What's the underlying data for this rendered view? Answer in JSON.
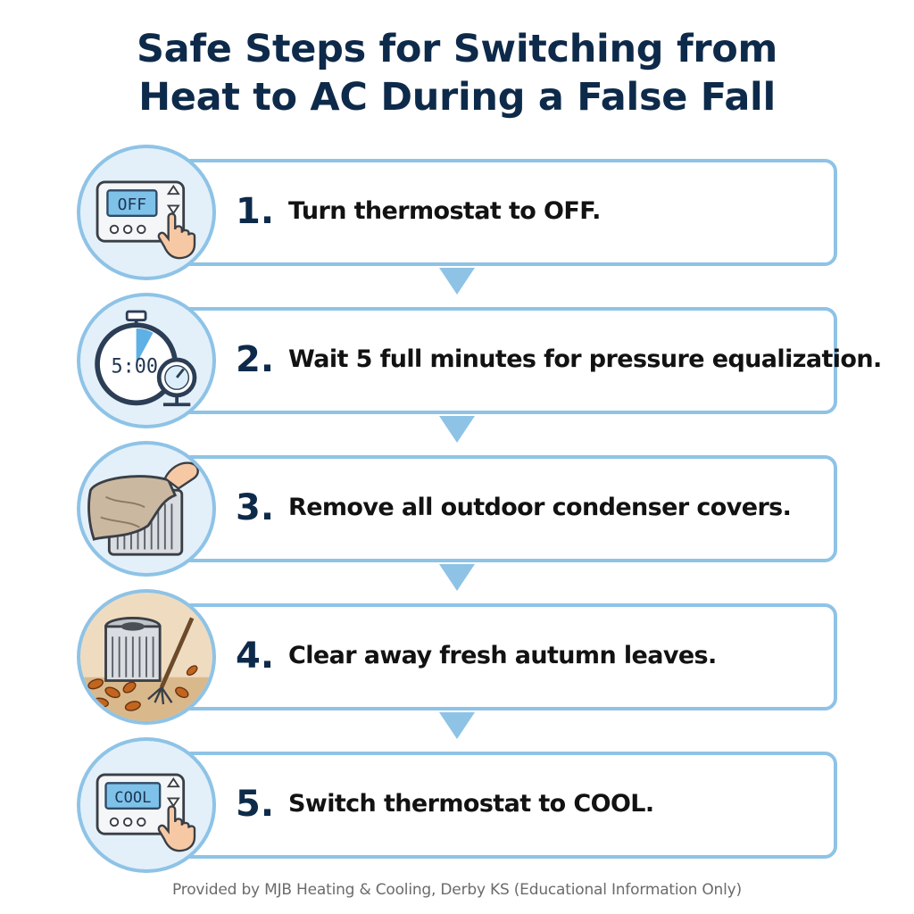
{
  "title": {
    "line1": "Safe Steps for Switching from",
    "line2": "Heat to AC During a False Fall"
  },
  "colors": {
    "title": "#0e2a4a",
    "card_border": "#8ec3e6",
    "circle_fill": "#e3f0fa",
    "arrow": "#8ec3e6",
    "footer": "#6b6b6b"
  },
  "steps": [
    {
      "number": "1.",
      "text": "Turn thermostat to OFF.",
      "icon": "thermostat-off-icon",
      "display": "OFF"
    },
    {
      "number": "2.",
      "text": "Wait 5 full minutes for pressure equalization.",
      "icon": "stopwatch-gauge-icon",
      "display": "5:00"
    },
    {
      "number": "3.",
      "text": "Remove all outdoor condenser covers.",
      "icon": "condenser-cover-icon"
    },
    {
      "number": "4.",
      "text": "Clear away fresh autumn leaves.",
      "icon": "leaves-rake-icon"
    },
    {
      "number": "5.",
      "text": "Switch thermostat to COOL.",
      "icon": "thermostat-cool-icon",
      "display": "COOL"
    }
  ],
  "footer": "Provided by MJB Heating & Cooling, Derby KS (Educational Information Only)"
}
